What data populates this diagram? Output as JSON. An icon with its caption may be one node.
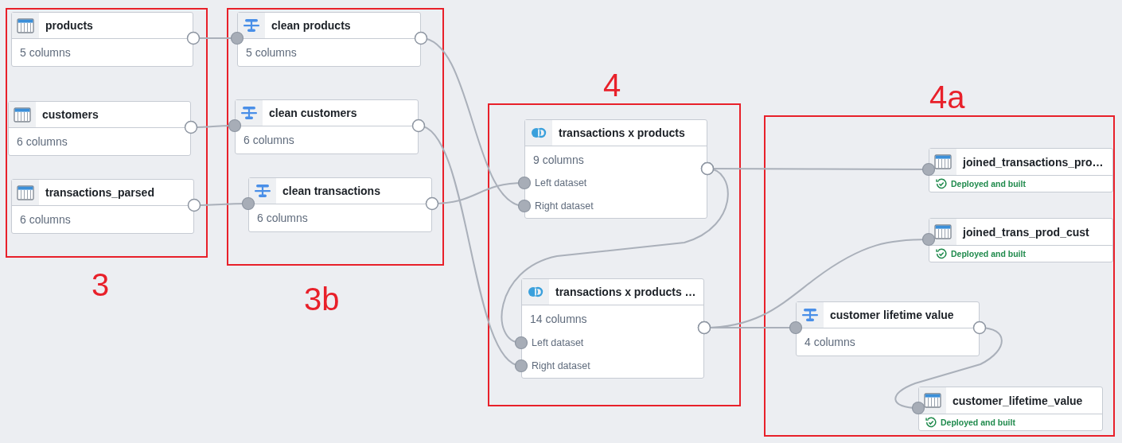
{
  "diagram": {
    "nodes": [
      {
        "text": [
          "3"
        ]
      },
      {
        "text": [
          "products",
          "5 columns"
        ],
        "in": 0
      },
      {
        "text": [
          "customers",
          "6 columns"
        ],
        "in": 0
      },
      {
        "text": [
          "transactions_parsed",
          "6 columns"
        ],
        "in": 0
      },
      {
        "text": [
          "3b"
        ]
      },
      {
        "text": [
          "clean products",
          "5 columns"
        ],
        "in": 4
      },
      {
        "text": [
          "clean customers",
          "6 columns"
        ],
        "in": 4
      },
      {
        "text": [
          "clean transactions",
          "6 columns"
        ],
        "in": 4
      },
      {
        "text": [
          "4"
        ]
      },
      {
        "text": [
          "transactions x products",
          "9 columns"
        ],
        "in": 8
      },
      {
        "text": [
          "Left dataset"
        ],
        "in": 9
      },
      {
        "text": [
          "Right dataset"
        ],
        "in": 9
      },
      {
        "text": [
          "transactions x products …",
          "14 columns"
        ],
        "in": 8
      },
      {
        "text": [
          "Left dataset"
        ],
        "in": 12
      },
      {
        "text": [
          "Right dataset"
        ],
        "in": 12
      },
      {
        "text": [
          "4a"
        ]
      },
      {
        "text": [
          "joined_transactions_pro…",
          "Deployed and built"
        ],
        "in": 15
      },
      {
        "text": [
          "joined_trans_prod_cust",
          "Deployed and built"
        ],
        "in": 15
      },
      {
        "text": [
          "customer lifetime value",
          "4 columns"
        ],
        "in": 15
      },
      {
        "text": [
          "customer_lifetime_value",
          "Deployed and built"
        ],
        "in": 15
      }
    ],
    "edges": [
      {
        "from": 1,
        "to": 5,
        "arrow": "other"
      },
      {
        "from": 2,
        "to": 6,
        "arrow": "other"
      },
      {
        "from": 3,
        "to": 7,
        "arrow": "other"
      },
      {
        "from": 5,
        "to": 11,
        "arrow": "other"
      },
      {
        "from": 7,
        "to": 10,
        "arrow": "other"
      },
      {
        "from": 6,
        "to": 14,
        "arrow": "other"
      },
      {
        "from": 9,
        "to": 16,
        "arrow": "other"
      },
      {
        "from": 9,
        "to": 13,
        "arrow": "other"
      },
      {
        "from": 12,
        "to": 17,
        "arrow": "other"
      },
      {
        "from": 12,
        "to": 18,
        "arrow": "other"
      },
      {
        "from": 18,
        "to": 19,
        "arrow": "other"
      }
    ]
  }
}
